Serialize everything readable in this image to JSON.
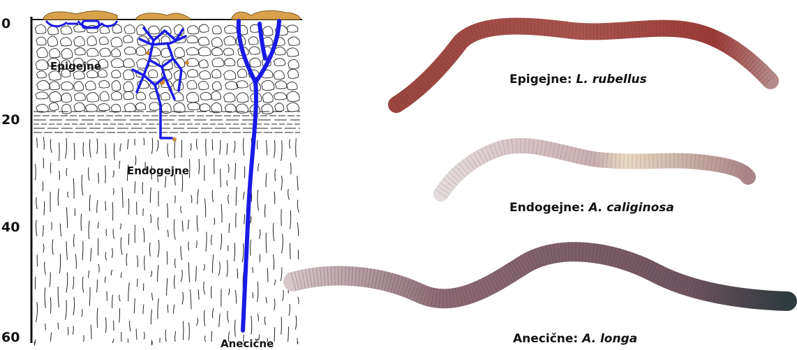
{
  "depth_axis": {
    "ticks": [
      "0",
      "20",
      "40",
      "60"
    ]
  },
  "soil_profile": {
    "labels": {
      "epigeic": "Epigejne",
      "endogeic": "Endogejne",
      "anecic": "Anecične"
    }
  },
  "worms": [
    {
      "group": "Epigejne:",
      "species": "L. rubellus"
    },
    {
      "group": "Endogejne:",
      "species": "A. caliginosa"
    },
    {
      "group": "Anecične:",
      "species": "A. longa"
    }
  ],
  "colors": {
    "burrow": "#1a1ae6",
    "litter": "#d9a24a",
    "worm_epigeic": "#a8554e",
    "worm_endogeic": "#cdb3b6",
    "worm_anecic": "#8a6570"
  }
}
